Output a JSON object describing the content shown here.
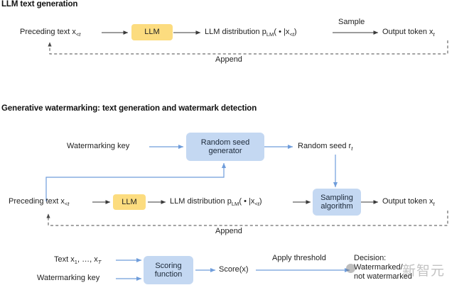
{
  "sections": {
    "first": {
      "title": "LLM text generation",
      "nodes": {
        "preceding_text": "Preceding text x",
        "preceding_text_sub": "<t",
        "llm_box": "LLM",
        "distribution_prefix": "LLM distribution p",
        "distribution_sub": "LM",
        "distribution_args": "( • |x",
        "distribution_args_sub": "<t",
        "distribution_close": ")",
        "sample_label": "Sample",
        "output_token": "Output token x",
        "output_token_sub": "t",
        "append_label": "Append"
      }
    },
    "second": {
      "title": "Generative watermarking: text generation and watermark detection",
      "nodes": {
        "watermarking_key": "Watermarking key",
        "random_seed_generator_line1": "Random seed",
        "random_seed_generator_line2": "generator",
        "random_seed": "Random seed r",
        "random_seed_sub": "t",
        "preceding_text": "Preceding text x",
        "preceding_text_sub": "<t",
        "llm_box": "LLM",
        "distribution_prefix": "LLM distribution p",
        "distribution_sub": "LM",
        "distribution_args": "( • |x",
        "distribution_args_sub": "<t",
        "distribution_close": ")",
        "sampling_algorithm_line1": "Sampling",
        "sampling_algorithm_line2": "algorithm",
        "output_token": "Output token x",
        "output_token_sub": "t",
        "append_label": "Append"
      }
    },
    "third": {
      "nodes": {
        "text_input_prefix": "Text x",
        "text_input_sub1": "1",
        "text_input_mid": ", …, x",
        "text_input_sub2": "T",
        "watermarking_key": "Watermarking key",
        "scoring_function_line1": "Scoring",
        "scoring_function_line2": "function",
        "score": "Score(x)",
        "apply_threshold": "Apply threshold",
        "decision_line1": "Decision:",
        "decision_line2": "Watermarked/",
        "decision_line3": "not watermarked"
      }
    }
  },
  "watermark": {
    "text": "新智元"
  },
  "colors": {
    "llm_box": "#fcdc7f",
    "blue_box": "#c4d8f2",
    "blue_arrow": "#6f9ddb",
    "dark_arrow": "#3a3a3a",
    "text": "#1f1f1f",
    "background": "#ffffff"
  }
}
